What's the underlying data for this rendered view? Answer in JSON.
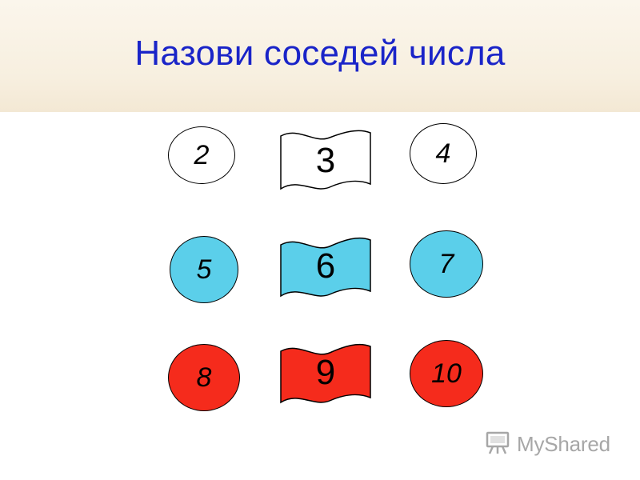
{
  "title": "Назови соседей числа",
  "rows": [
    {
      "left": "2",
      "center": "3",
      "right": "4",
      "color": "#ffffff"
    },
    {
      "left": "5",
      "center": "6",
      "right": "7",
      "color": "#5bcfea"
    },
    {
      "left": "8",
      "center": "9",
      "right": "10",
      "color": "#f52b1c"
    }
  ],
  "watermark": {
    "text": "MyShared",
    "icon": "presentation-board-icon"
  }
}
